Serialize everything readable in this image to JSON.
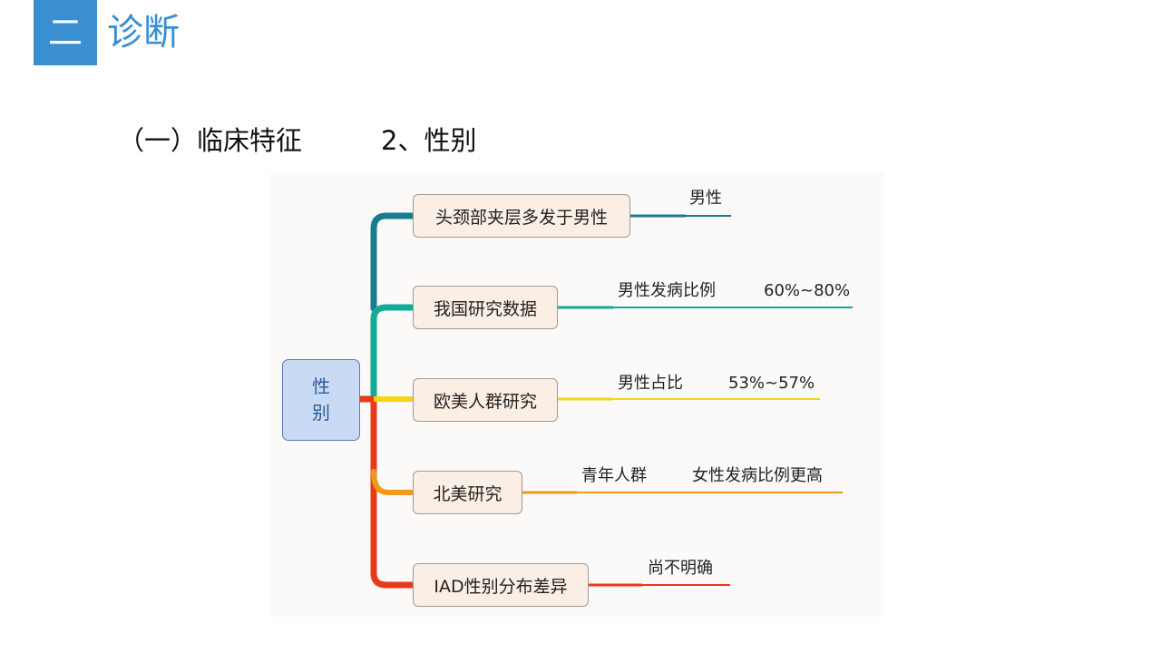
{
  "header": {
    "section_number": "二",
    "section_title": "诊断"
  },
  "subheading": {
    "left": "（一）临床特征",
    "right": "2、性别"
  },
  "mindmap": {
    "root": "性别",
    "branches": [
      {
        "node": "头颈部夹层多发于男性",
        "color": "#1a7b91",
        "labels": [
          "男性"
        ]
      },
      {
        "node": "我国研究数据",
        "color": "#13aa98",
        "labels": [
          "男性发病比例",
          "60%~80%"
        ]
      },
      {
        "node": "欧美人群研究",
        "color": "#f5d617",
        "labels": [
          "男性占比",
          "53%~57%"
        ]
      },
      {
        "node": "北美研究",
        "color": "#ef9a1b",
        "labels": [
          "青年人群",
          "女性发病比例更高"
        ]
      },
      {
        "node": "IAD性别分布差异",
        "color": "#e83a1a",
        "labels": [
          "尚不明确"
        ]
      }
    ]
  }
}
